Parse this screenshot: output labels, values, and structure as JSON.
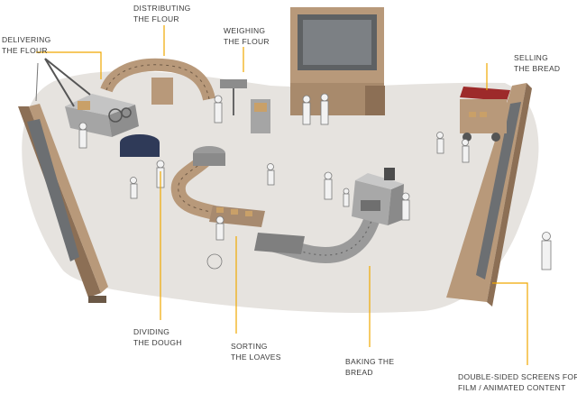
{
  "labels": {
    "delivering": {
      "l1": "DELIVERING",
      "l2": "THE FLOUR"
    },
    "distributing": {
      "l1": "DISTRIBUTING",
      "l2": "THE FLOUR"
    },
    "weighing": {
      "l1": "WEIGHING",
      "l2": "THE FLOUR"
    },
    "selling": {
      "l1": "SELLING",
      "l2": "THE BREAD"
    },
    "dividing": {
      "l1": "DIVIDING",
      "l2": "THE DOUGH"
    },
    "sorting": {
      "l1": "SORTING",
      "l2": "THE LOAVES"
    },
    "baking": {
      "l1": "BAKING THE",
      "l2": "BREAD"
    },
    "screens": {
      "l1": "DOUBLE-SIDED SCREENS FOR",
      "l2": "FILM / ANIMATED CONTENT"
    }
  },
  "colors": {
    "leader_line": "#f0a800",
    "floor": "#e6e3df",
    "wood": "#b8997a",
    "wood_dark": "#8c6f55",
    "metal": "#8a8a8a",
    "screen": "#6c6f72"
  }
}
